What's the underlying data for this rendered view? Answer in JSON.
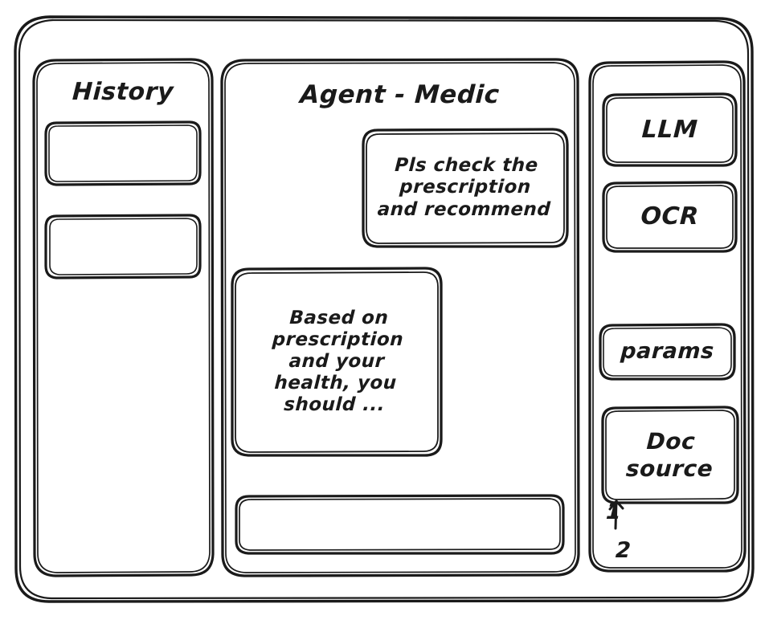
{
  "window": {
    "frame_name": "app-window"
  },
  "sidebar": {
    "title": "History",
    "items": [
      {
        "label": ""
      },
      {
        "label": ""
      }
    ]
  },
  "main": {
    "title": "Agent - Medic",
    "messages": [
      {
        "role": "user",
        "text": "Pls check the\nprescription\nand recommend"
      },
      {
        "role": "assistant",
        "text": "Based on\nprescription\nand your\nhealth, you\nshould ..."
      }
    ],
    "composer": {
      "value": "",
      "placeholder": ""
    }
  },
  "tools": {
    "buttons": [
      {
        "label": "LLM"
      },
      {
        "label": "OCR"
      },
      {
        "label": "params"
      }
    ],
    "doc_source": {
      "label": "Doc\nsource",
      "items": [
        {
          "label": "1"
        },
        {
          "label": "2"
        }
      ]
    }
  },
  "style": {
    "stroke": "#1a1a1a",
    "background": "#ffffff"
  }
}
